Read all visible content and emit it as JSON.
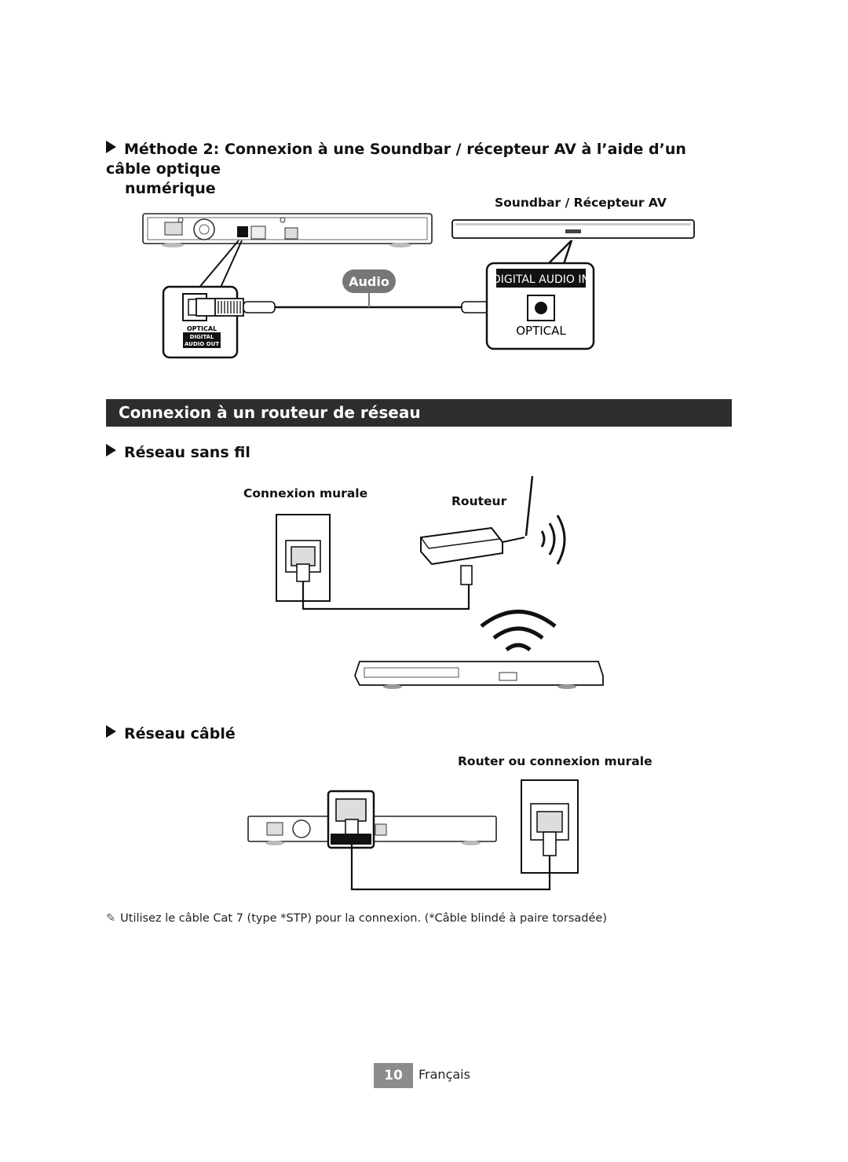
{
  "method2": {
    "heading_line1": "Méthode 2: Connexion à une Soundbar / récepteur AV à l’aide d’un câble optique",
    "heading_line2": "numérique",
    "soundbar_label": "Soundbar / Récepteur AV",
    "audio_label": "Audio",
    "optical_out_label": "OPTICAL",
    "digital_audio_out_line1": "DIGITAL",
    "digital_audio_out_line2": "AUDIO OUT",
    "digital_audio_in_label": "DIGITAL AUDIO IN",
    "optical_in_label": "OPTICAL"
  },
  "network_section": {
    "banner_title": "Connexion à un routeur de réseau"
  },
  "wireless": {
    "heading": "Réseau sans fil",
    "wall_label": "Connexion murale",
    "router_label": "Routeur"
  },
  "wired": {
    "heading": "Réseau câblé",
    "router_wall_label": "Router ou connexion murale"
  },
  "note": {
    "icon": "pencil-note-icon",
    "text": "Utilisez le câble Cat 7 (type *STP) pour la connexion. (*Câble blindé à paire torsadée)"
  },
  "footer": {
    "page_number": "10",
    "language": "Français"
  },
  "colors": {
    "banner_bg": "#2d2d2d",
    "page_number_bg": "#8c8c8c",
    "audio_badge_bg": "#777777"
  }
}
